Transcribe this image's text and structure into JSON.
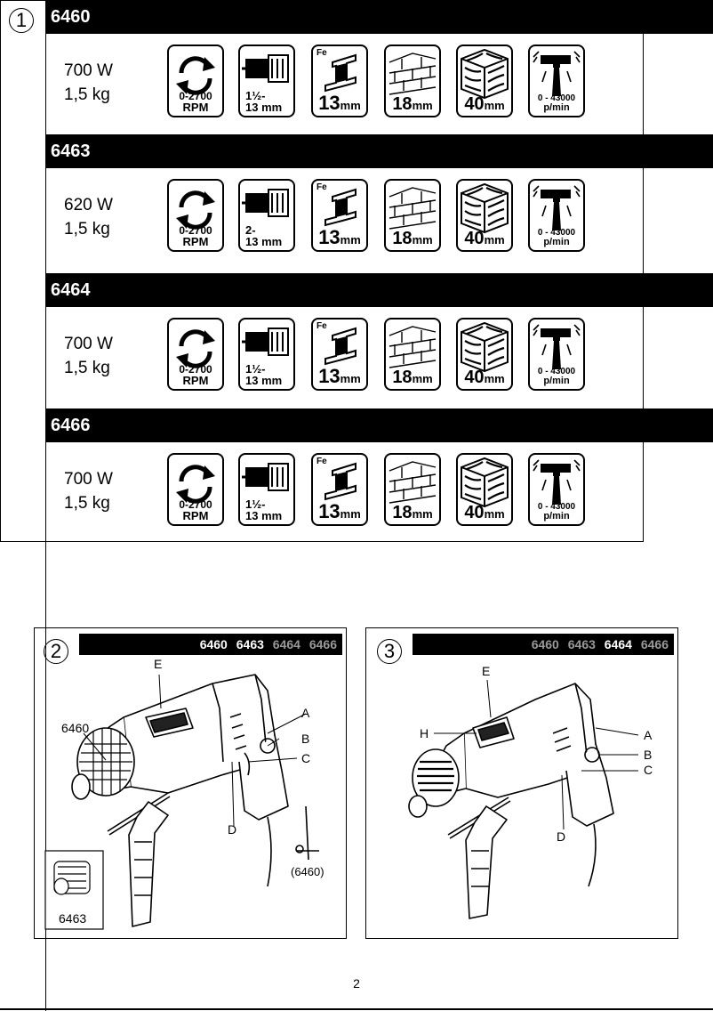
{
  "figure1": {
    "number": "1",
    "models": [
      {
        "code": "6460",
        "power": "700 W",
        "weight": "1,5 kg",
        "chuck_line1": "1½-",
        "chuck_line2": "13 mm"
      },
      {
        "code": "6463",
        "power": "620 W",
        "weight": "1,5 kg",
        "chuck_line1": "2-",
        "chuck_line2": "13 mm"
      },
      {
        "code": "6464",
        "power": "700 W",
        "weight": "1,5 kg",
        "chuck_line1": "1½-",
        "chuck_line2": "13 mm"
      },
      {
        "code": "6466",
        "power": "700 W",
        "weight": "1,5 kg",
        "chuck_line1": "1½-",
        "chuck_line2": "13 mm"
      }
    ],
    "icons": {
      "rpm_line1": "0-2700",
      "rpm_line2": "RPM",
      "steel_tag": "Fe",
      "steel_num": "13",
      "steel_unit": "mm",
      "masonry_num": "18",
      "masonry_unit": "mm",
      "wood_num": "40",
      "wood_unit": "mm",
      "impact_line1": "0 - 43000",
      "impact_line2": "p/min"
    }
  },
  "figure2": {
    "number": "2",
    "models": [
      {
        "code": "6460",
        "active": true
      },
      {
        "code": "6463",
        "active": true
      },
      {
        "code": "6464",
        "active": false
      },
      {
        "code": "6466",
        "active": false
      }
    ],
    "callouts": {
      "E": "E",
      "model": "6460",
      "A": "A",
      "B": "B",
      "C": "C",
      "D": "D",
      "key_note": "(6460)",
      "inset_model": "6463"
    }
  },
  "figure3": {
    "number": "3",
    "models": [
      {
        "code": "6460",
        "active": false
      },
      {
        "code": "6463",
        "active": false
      },
      {
        "code": "6464",
        "active": true
      },
      {
        "code": "6466",
        "active": false
      }
    ],
    "callouts": {
      "E": "E",
      "H": "H",
      "A": "A",
      "B": "B",
      "C": "C",
      "D": "D"
    }
  },
  "page_number": "2"
}
